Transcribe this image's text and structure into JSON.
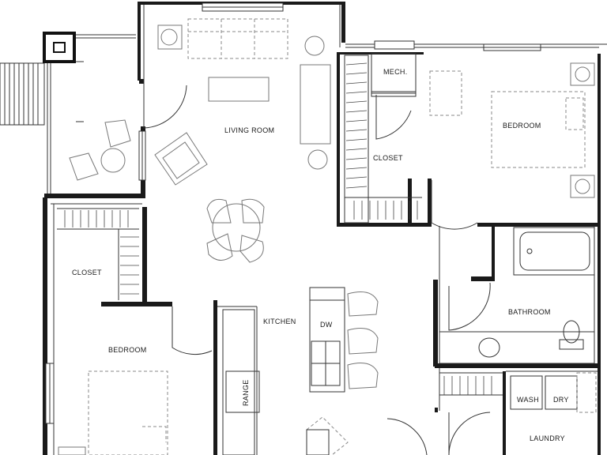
{
  "labels": {
    "living_room": "LIVING ROOM",
    "mech": "MECH.",
    "closet_center": "CLOSET",
    "bedroom_right": "BEDROOM",
    "closet_left": "CLOSET",
    "bedroom_left": "BEDROOM",
    "kitchen": "KITCHEN",
    "dw": "DW",
    "range": "RANGE",
    "bathroom": "BATHROOM",
    "wash": "WASH",
    "dry": "DRY",
    "laundry": "LAUNDRY"
  },
  "colors": {
    "wall": "#1a1a1a",
    "line": "#333333",
    "furniture": "#777777",
    "background": "#ffffff"
  }
}
